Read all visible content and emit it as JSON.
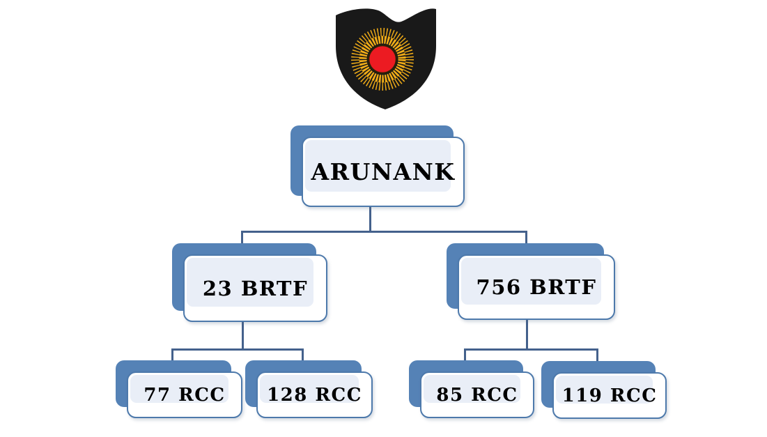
{
  "page": {
    "background_color": "#ffffff"
  },
  "crest": {
    "description": "black shield crest with golden sun and red core",
    "shield_color": "#191919",
    "ray_color": "#f2ad17",
    "core_color": "#ec1b22",
    "core_ring_color": "#2b2106"
  },
  "theme": {
    "node_back_color": "#5582b6",
    "node_border_color": "#4d79ab",
    "node_inner_fill": "#e9eef7",
    "node_bg": "#ffffff",
    "connector_color": "#44618c",
    "label_color": "#000000"
  },
  "org_chart": {
    "type": "hierarchy",
    "nodes": {
      "root": {
        "label": "ARUNANK"
      },
      "brtf23": {
        "label": "23 BRTF",
        "parent": "ARUNANK"
      },
      "brtf756": {
        "label": "756 BRTF",
        "parent": "ARUNANK"
      },
      "rcc77": {
        "label": "77 RCC",
        "parent": "23 BRTF"
      },
      "rcc128": {
        "label": "128 RCC",
        "parent": "23 BRTF"
      },
      "rcc85": {
        "label": "85 RCC",
        "parent": "756 BRTF"
      },
      "rcc119": {
        "label": "119 RCC",
        "parent": "756 BRTF"
      }
    }
  }
}
